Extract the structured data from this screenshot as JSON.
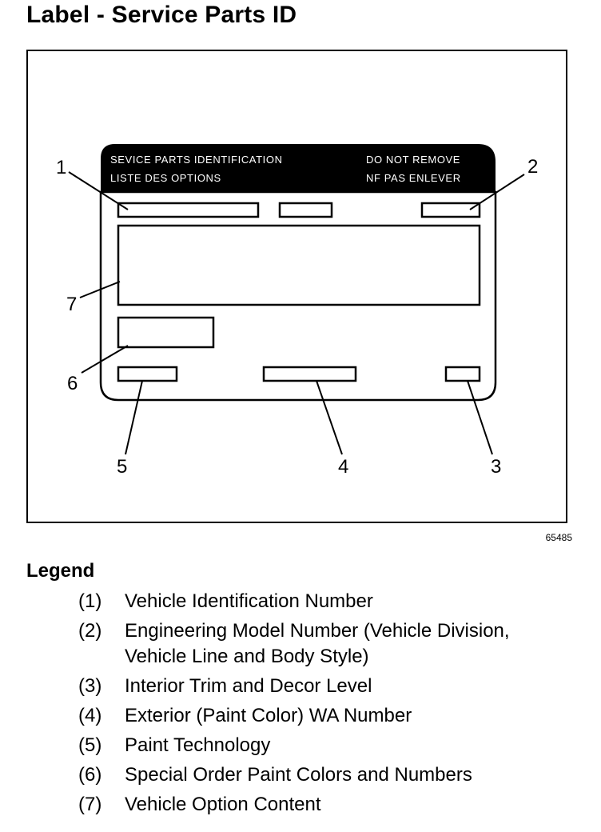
{
  "title": "Label - Service Parts ID",
  "label_header": {
    "left_line1": "SEVICE PARTS IDENTIFICATION",
    "left_line2": "LISTE DES OPTIONS",
    "right_line1": "DO NOT REMOVE",
    "right_line2": "NF PAS ENLEVER"
  },
  "callouts": [
    "1",
    "2",
    "3",
    "4",
    "5",
    "6",
    "7"
  ],
  "figure_number": "65485",
  "legend": {
    "title": "Legend",
    "items": [
      {
        "num": "(1)",
        "text": "Vehicle Identification Number"
      },
      {
        "num": "(2)",
        "text": "Engineering Model Number (Vehicle Division, Vehicle Line and Body Style)"
      },
      {
        "num": "(3)",
        "text": "Interior Trim and Decor Level"
      },
      {
        "num": "(4)",
        "text": "Exterior (Paint Color) WA Number"
      },
      {
        "num": "(5)",
        "text": "Paint Technology"
      },
      {
        "num": "(6)",
        "text": "Special Order Paint Colors and Numbers"
      },
      {
        "num": "(7)",
        "text": "Vehicle Option Content"
      }
    ]
  }
}
